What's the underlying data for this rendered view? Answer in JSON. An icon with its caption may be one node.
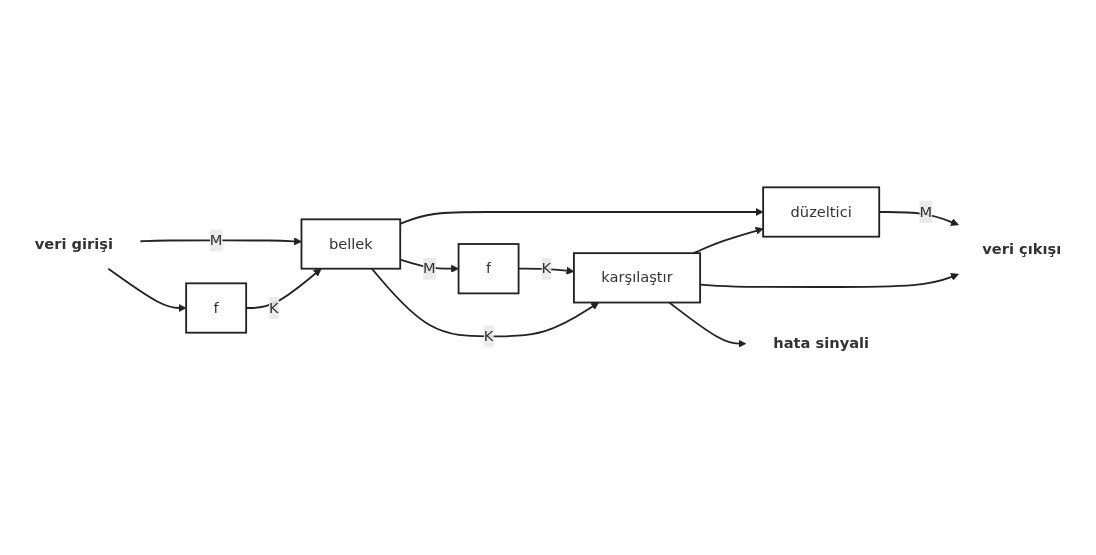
{
  "diagram": {
    "nodes": [
      {
        "text": [
          "hata sinyali"
        ]
      },
      {
        "text": [
          "veri çıkışı"
        ]
      },
      {
        "text": [
          "veri girişi"
        ]
      },
      {
        "text": [
          "f"
        ]
      },
      {
        "text": [
          "bellek"
        ]
      },
      {
        "text": [
          "düzeltici"
        ]
      },
      {
        "text": [
          "f"
        ]
      },
      {
        "text": [
          "karşılaştır"
        ]
      }
    ],
    "edges": [
      {
        "from": 2,
        "to": 4,
        "arrow": "to",
        "label": "M"
      },
      {
        "from": 2,
        "to": 3,
        "arrow": "to"
      },
      {
        "from": 3,
        "to": 4,
        "arrow": "to",
        "label": "K"
      },
      {
        "from": 4,
        "to": 5,
        "arrow": "to"
      },
      {
        "from": 4,
        "to": 6,
        "arrow": "to",
        "label": "M"
      },
      {
        "from": 6,
        "to": 7,
        "arrow": "to",
        "label": "K"
      },
      {
        "from": 4,
        "to": 7,
        "arrow": "to",
        "label": "K"
      },
      {
        "from": 7,
        "to": 5,
        "arrow": "to"
      },
      {
        "from": 5,
        "to": 1,
        "arrow": "to",
        "label": "M"
      },
      {
        "from": 7,
        "to": 1,
        "arrow": "to"
      },
      {
        "from": 7,
        "to": 0,
        "arrow": "to"
      }
    ]
  }
}
